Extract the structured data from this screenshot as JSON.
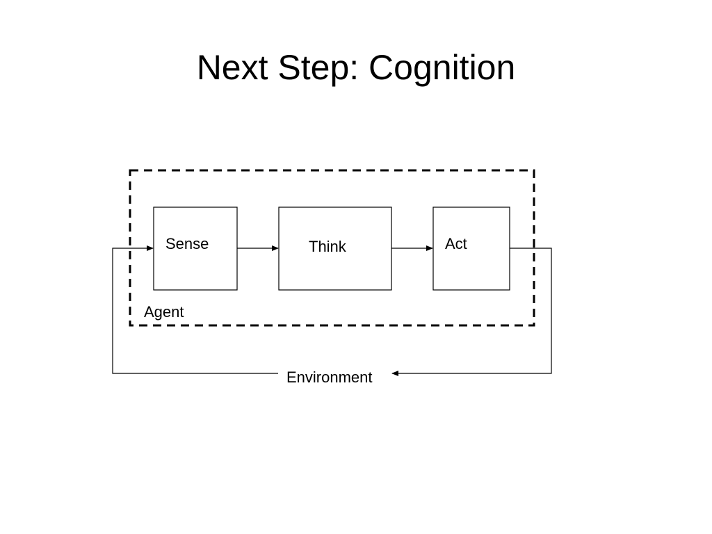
{
  "slide": {
    "title": "Next Step: Cognition"
  },
  "diagram": {
    "nodes": {
      "sense": "Sense",
      "think": "Think",
      "act": "Act"
    },
    "group_label": "Agent",
    "environment_label": "Environment"
  }
}
